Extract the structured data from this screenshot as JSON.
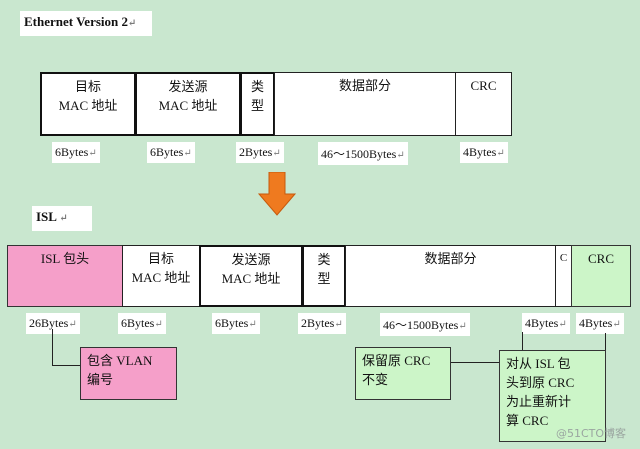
{
  "eth": {
    "title": "Ethernet Version 2",
    "fields": [
      {
        "line1": "目标",
        "line2": "MAC 地址"
      },
      {
        "line1": "发送源",
        "line2": "MAC 地址"
      },
      {
        "line1": "类",
        "line2": "型"
      },
      {
        "line1": "数据部分",
        "line2": ""
      },
      {
        "line1": "CRC",
        "line2": ""
      }
    ],
    "sizes": [
      "6Bytes",
      "6Bytes",
      "2Bytes",
      "46～1500Bytes",
      "4Bytes"
    ]
  },
  "isl": {
    "title": "ISL",
    "fields": [
      {
        "line1": "ISL 包头",
        "line2": ""
      },
      {
        "line1": "目标",
        "line2": "MAC 地址"
      },
      {
        "line1": "发送源",
        "line2": "MAC 地址"
      },
      {
        "line1": "类",
        "line2": "型"
      },
      {
        "line1": "数据部分",
        "line2": ""
      },
      {
        "line1": "C",
        "line2": ""
      },
      {
        "line1": "CRC",
        "line2": ""
      }
    ],
    "sizes": [
      "26Bytes",
      "6Bytes",
      "6Bytes",
      "2Bytes",
      "46～1500Bytes",
      "4Bytes",
      "4Bytes"
    ]
  },
  "notes": {
    "vlan": {
      "line1": "包含  VLAN",
      "line2": "编号"
    },
    "keep_crc": {
      "line1": "保留原  CRC",
      "line2": "不变"
    },
    "recalc_crc": {
      "line1": "对从  ISL  包",
      "line2": "头到原  CRC",
      "line3": "为止重新计",
      "line4": "算 CRC"
    }
  },
  "watermark": "@51CTO博客",
  "colors": {
    "background": "#c9e7cf",
    "isl_header": "#f59fc9",
    "vlan_note": "#f59fc9",
    "new_crc": "#ccf5c8",
    "arrow": "#ef7a1f"
  }
}
